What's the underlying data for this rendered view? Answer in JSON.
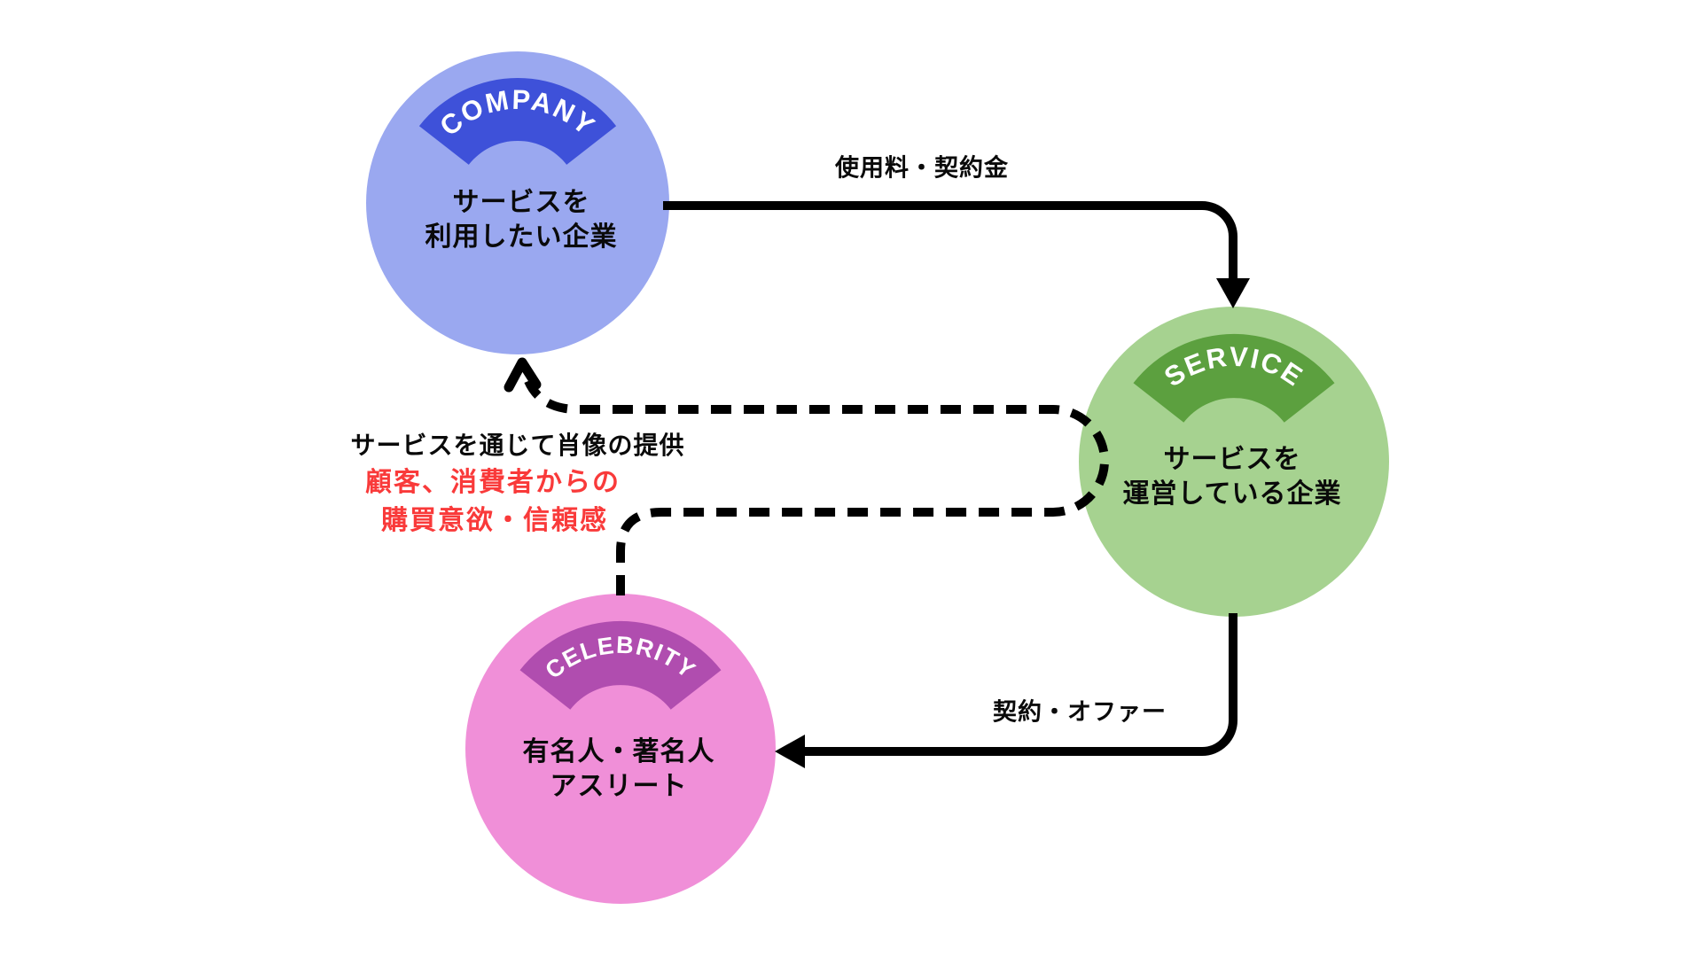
{
  "diagram": {
    "background": "#ffffff",
    "nodes": {
      "company": {
        "badge": "COMPANY",
        "line1": "サービスを",
        "line2": "利用したい企業",
        "fill": "#9aa8f0",
        "band_fill": "#3e51d9"
      },
      "service": {
        "badge": "SERVICE",
        "line1": "サービスを",
        "line2": "運営している企業",
        "fill": "#a6d290",
        "band_fill": "#5ca03f"
      },
      "celebrity": {
        "badge": "CELEBRITY",
        "line1": "有名人・著名人",
        "line2": "アスリート",
        "fill": "#f08fd8",
        "band_fill": "#b04daf"
      }
    },
    "edges": {
      "company_to_service": {
        "style": "solid",
        "label": "使用料・契約金"
      },
      "service_to_celebrity": {
        "style": "solid",
        "label": "契約・オファー"
      },
      "celebrity_to_company": {
        "style": "dashed",
        "label": "サービスを通じて肖像の提供",
        "benefit_line1": "顧客、消費者からの",
        "benefit_line2": "購買意欲・信頼感",
        "benefit_color": "#f93a3a"
      }
    },
    "colors": {
      "arrow_stroke": "#000000",
      "red_text": "#f93a3a"
    }
  }
}
